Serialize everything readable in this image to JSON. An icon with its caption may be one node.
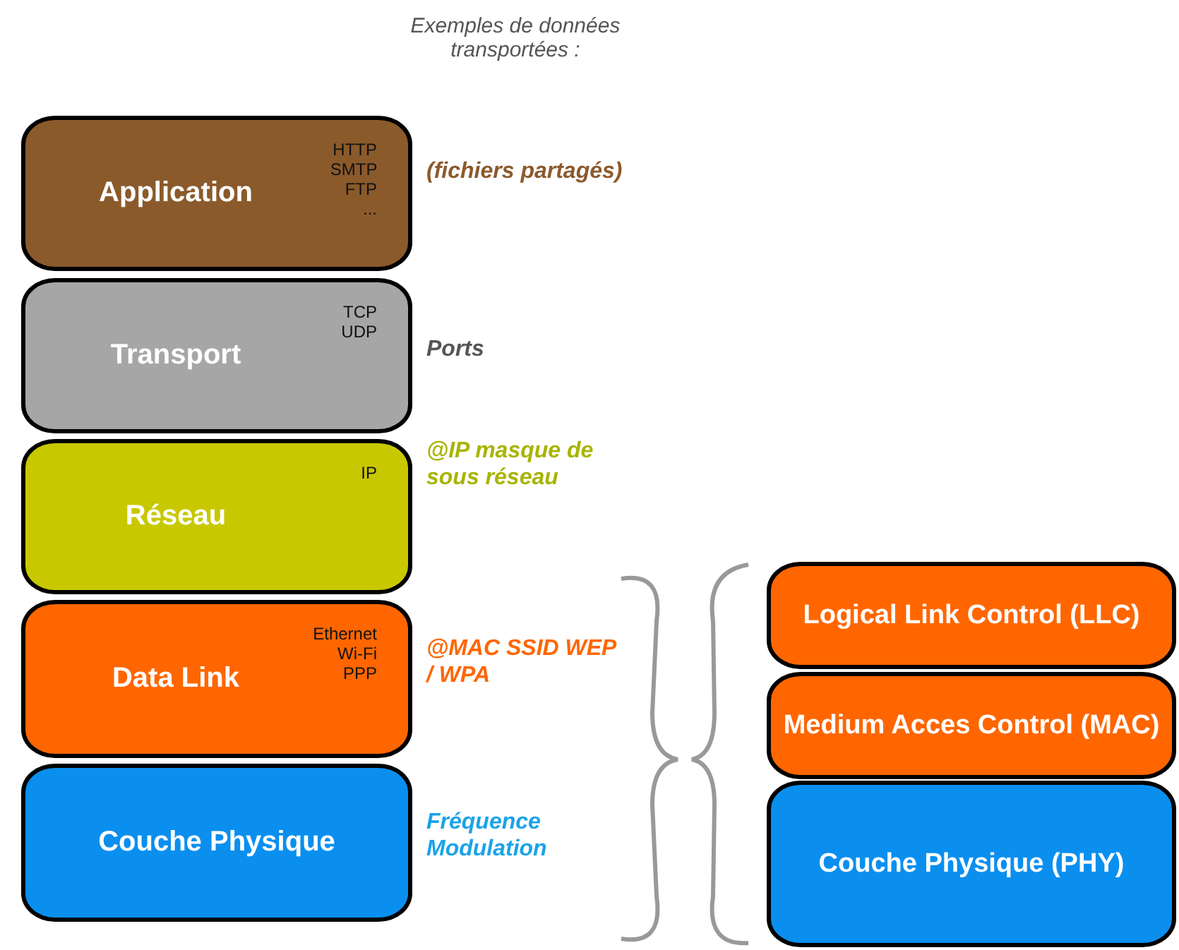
{
  "diagram": {
    "nodes": [
      {
        "text": [
          "Application",
          "HTTP SMTP FTP ..."
        ],
        "beside": [
          "(fichiers partagés)"
        ]
      },
      {
        "text": [
          "Transport",
          "TCP UDP"
        ],
        "beside": [
          "Ports"
        ]
      },
      {
        "text": [
          "Réseau",
          "IP"
        ],
        "beside": [
          "@IP masque de sous réseau"
        ]
      },
      {
        "text": [
          "Data Link",
          "Ethernet Wi-Fi PPP"
        ],
        "beside": [
          "@MAC SSID WEP / WPA"
        ]
      },
      {
        "text": [
          "Couche Physique"
        ],
        "beside": [
          "Fréquence Modulation"
        ]
      },
      {
        "text": [
          "Logical Link Control (LLC)"
        ]
      },
      {
        "text": [
          "Medium Acces Control (MAC)"
        ]
      },
      {
        "text": [
          "Couche Physique (PHY)"
        ]
      }
    ],
    "edges": [],
    "labels": [
      "Exemples de données transportées :"
    ]
  }
}
